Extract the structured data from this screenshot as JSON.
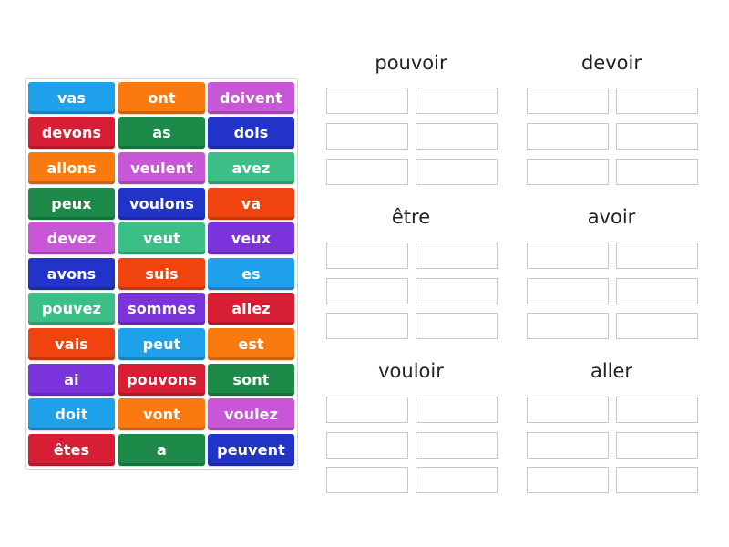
{
  "colors": {
    "blue": "#1fa0ea",
    "orange": "#fb7a10",
    "magenta": "#c757d6",
    "red": "#d81e34",
    "darkgreen": "#1d8a4a",
    "navy": "#2234c8",
    "teal": "#3cbf86",
    "redorange": "#f0430f",
    "purple": "#7b34dc"
  },
  "tiles": [
    {
      "label": "vas",
      "color": "#1fa0ea"
    },
    {
      "label": "ont",
      "color": "#fb7a10"
    },
    {
      "label": "doivent",
      "color": "#c757d6"
    },
    {
      "label": "devons",
      "color": "#d81e34"
    },
    {
      "label": "as",
      "color": "#1d8a4a"
    },
    {
      "label": "dois",
      "color": "#2234c8"
    },
    {
      "label": "allons",
      "color": "#fb7a10"
    },
    {
      "label": "veulent",
      "color": "#c757d6"
    },
    {
      "label": "avez",
      "color": "#3cbf86"
    },
    {
      "label": "peux",
      "color": "#1d8a4a"
    },
    {
      "label": "voulons",
      "color": "#2234c8"
    },
    {
      "label": "va",
      "color": "#f0430f"
    },
    {
      "label": "devez",
      "color": "#c757d6"
    },
    {
      "label": "veut",
      "color": "#3cbf86"
    },
    {
      "label": "veux",
      "color": "#7b34dc"
    },
    {
      "label": "avons",
      "color": "#2234c8"
    },
    {
      "label": "suis",
      "color": "#f0430f"
    },
    {
      "label": "es",
      "color": "#1fa0ea"
    },
    {
      "label": "pouvez",
      "color": "#3cbf86"
    },
    {
      "label": "sommes",
      "color": "#7b34dc"
    },
    {
      "label": "allez",
      "color": "#d81e34"
    },
    {
      "label": "vais",
      "color": "#f0430f"
    },
    {
      "label": "peut",
      "color": "#1fa0ea"
    },
    {
      "label": "est",
      "color": "#fb7a10"
    },
    {
      "label": "ai",
      "color": "#7b34dc"
    },
    {
      "label": "pouvons",
      "color": "#d81e34"
    },
    {
      "label": "sont",
      "color": "#1d8a4a"
    },
    {
      "label": "doit",
      "color": "#1fa0ea"
    },
    {
      "label": "vont",
      "color": "#fb7a10"
    },
    {
      "label": "voulez",
      "color": "#c757d6"
    },
    {
      "label": "êtes",
      "color": "#d81e34"
    },
    {
      "label": "a",
      "color": "#1d8a4a"
    },
    {
      "label": "peuvent",
      "color": "#2234c8"
    }
  ],
  "groups": [
    {
      "title": "pouvoir",
      "slots": 6
    },
    {
      "title": "devoir",
      "slots": 6
    },
    {
      "title": "être",
      "slots": 6
    },
    {
      "title": "avoir",
      "slots": 6
    },
    {
      "title": "vouloir",
      "slots": 6
    },
    {
      "title": "aller",
      "slots": 6
    }
  ]
}
